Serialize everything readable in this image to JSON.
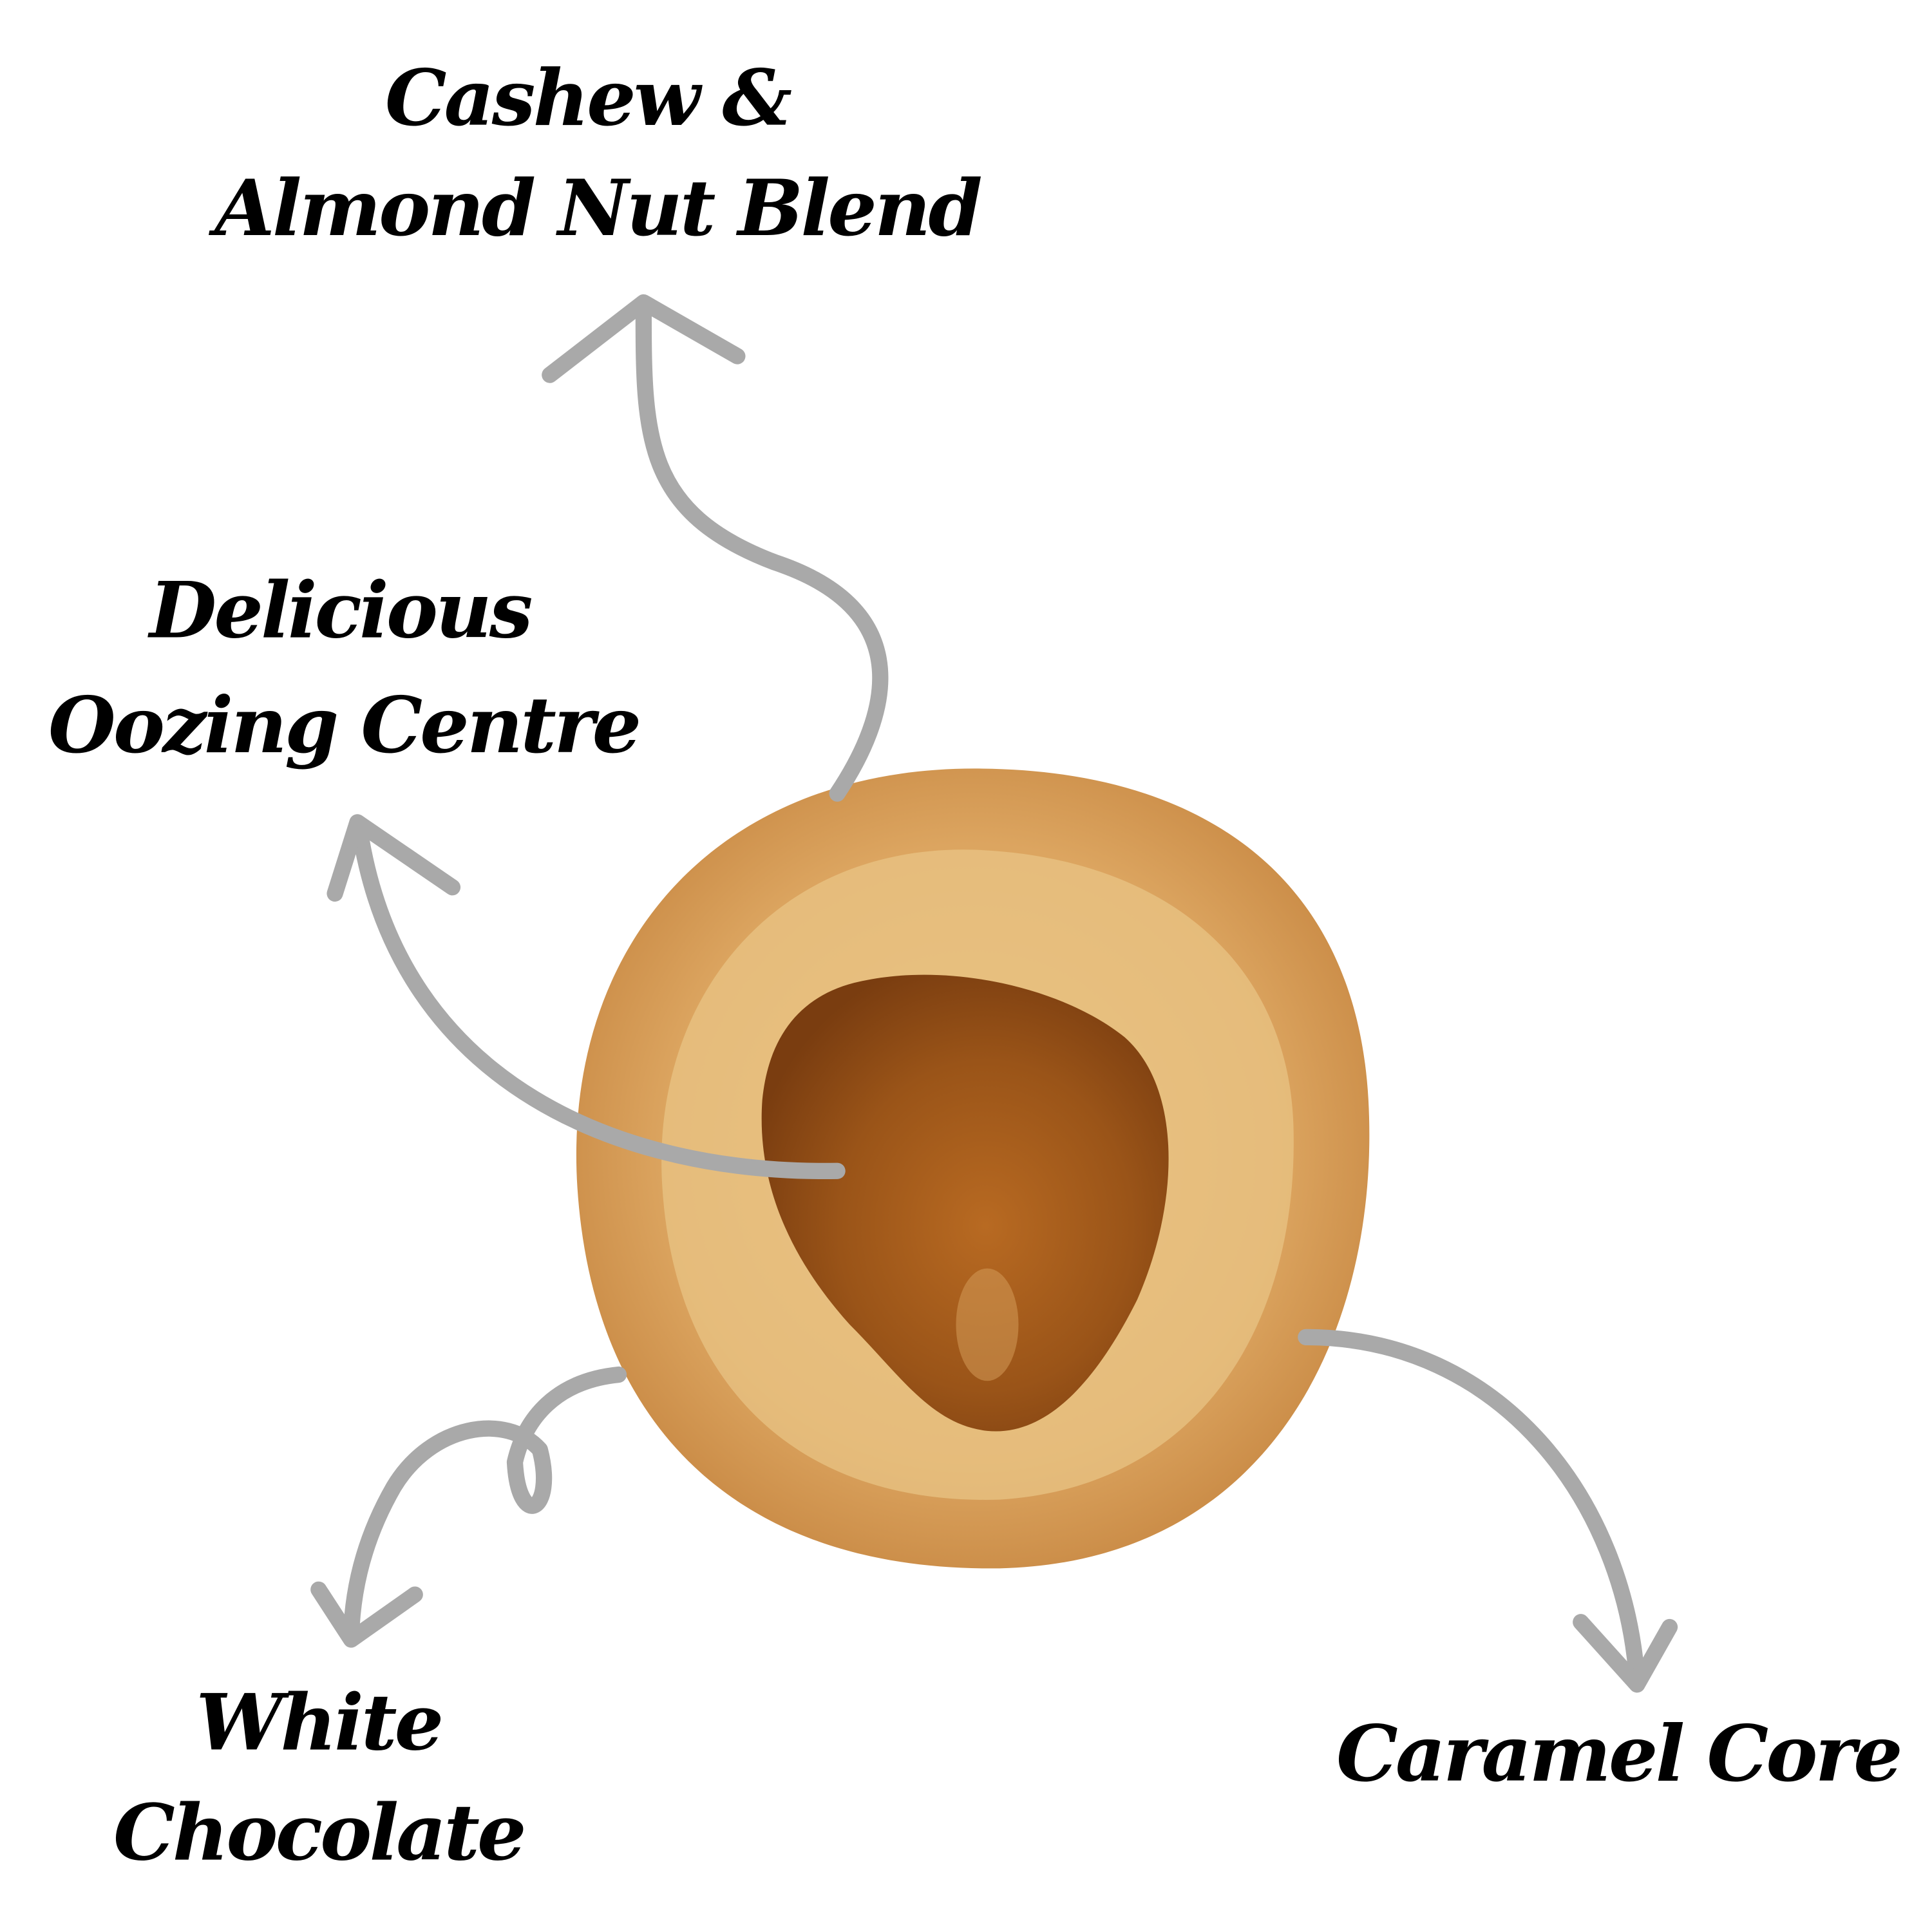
{
  "labels": {
    "nut_blend": {
      "line1": "Cashew &",
      "line2": "Almond Nut Blend"
    },
    "oozing_centre": {
      "line1": "Delicious",
      "line2": "Oozing Centre"
    },
    "white_chocolate": {
      "line1": "White",
      "line2": "Chocolate"
    },
    "caramel_core": {
      "line1": "Caramel Core"
    }
  },
  "colors": {
    "arrow": "#a9a9a9",
    "cookie_crust": "#d9a15a",
    "caramel": "#9a5418",
    "text": "#000000"
  }
}
